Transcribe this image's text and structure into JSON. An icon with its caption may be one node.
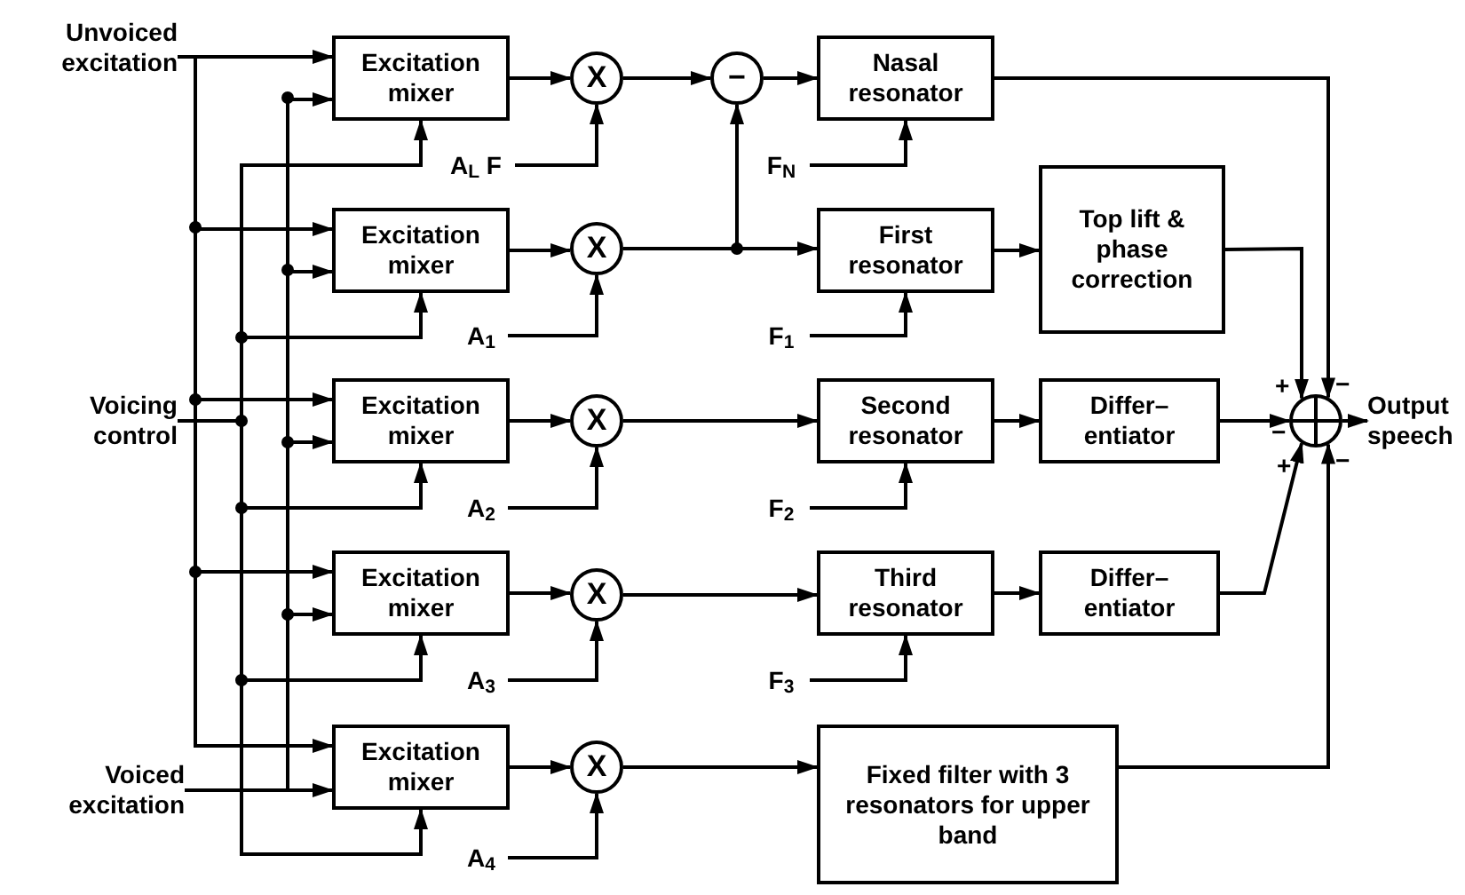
{
  "diagram": {
    "nodes": [
      {
        "text": [
          "Unvoiced excitation"
        ]
      },
      {
        "text": [
          "Voicing control"
        ]
      },
      {
        "text": [
          "Voiced excitation"
        ]
      },
      {
        "text": [
          "Excitation mixer"
        ]
      },
      {
        "text": [
          "Excitation mixer"
        ]
      },
      {
        "text": [
          "Excitation mixer"
        ]
      },
      {
        "text": [
          "Excitation mixer"
        ]
      },
      {
        "text": [
          "Excitation mixer"
        ]
      },
      {
        "text": [
          "X"
        ]
      },
      {
        "text": [
          "X"
        ]
      },
      {
        "text": [
          "X"
        ]
      },
      {
        "text": [
          "X"
        ]
      },
      {
        "text": [
          "X"
        ]
      },
      {
        "text": [
          "−"
        ]
      },
      {
        "text": [
          "Nasal resonator"
        ]
      },
      {
        "text": [
          "First resonator"
        ]
      },
      {
        "text": [
          "Top lift & phase correction"
        ]
      },
      {
        "text": [
          "Second resonator"
        ]
      },
      {
        "text": [
          "Differ– entiator"
        ]
      },
      {
        "text": [
          "Third resonator"
        ]
      },
      {
        "text": [
          "Differ– entiator"
        ]
      },
      {
        "text": [
          "Fixed filter with 3 resonators for upper band"
        ]
      },
      {
        "text": [],
        "shape": "circle"
      },
      {
        "text": [
          "Output speech"
        ]
      },
      {
        "text": [
          "A$_{L}$ F"
        ]
      },
      {
        "text": [
          "A$_{1}$"
        ]
      },
      {
        "text": [
          "A$_{2}$"
        ]
      },
      {
        "text": [
          "A$_{3}$"
        ]
      },
      {
        "text": [
          "A$_{4}$"
        ]
      },
      {
        "text": [
          "F$_{N}$"
        ]
      },
      {
        "text": [
          "F$_{1}$"
        ]
      },
      {
        "text": [
          "F$_{2}$"
        ]
      },
      {
        "text": [
          "F$_{3}$"
        ]
      }
    ],
    "edges": [
      {
        "from": 0,
        "to": 3,
        "arrow": "to"
      },
      {
        "from": 0,
        "to": 4,
        "arrow": "to"
      },
      {
        "from": 0,
        "to": 5,
        "arrow": "to"
      },
      {
        "from": 0,
        "to": 6,
        "arrow": "to"
      },
      {
        "from": 0,
        "to": 7,
        "arrow": "to"
      },
      {
        "from": 2,
        "to": 3,
        "arrow": "to"
      },
      {
        "from": 2,
        "to": 4,
        "arrow": "to"
      },
      {
        "from": 2,
        "to": 5,
        "arrow": "to"
      },
      {
        "from": 2,
        "to": 6,
        "arrow": "to"
      },
      {
        "from": 2,
        "to": 7,
        "arrow": "to"
      },
      {
        "from": 1,
        "to": 3,
        "arrow": "to"
      },
      {
        "from": 1,
        "to": 4,
        "arrow": "to"
      },
      {
        "from": 1,
        "to": 5,
        "arrow": "to"
      },
      {
        "from": 1,
        "to": 6,
        "arrow": "to"
      },
      {
        "from": 1,
        "to": 7,
        "arrow": "to"
      },
      {
        "from": 3,
        "to": 8,
        "arrow": "to"
      },
      {
        "from": 4,
        "to": 9,
        "arrow": "to"
      },
      {
        "from": 5,
        "to": 10,
        "arrow": "to"
      },
      {
        "from": 6,
        "to": 11,
        "arrow": "to"
      },
      {
        "from": 7,
        "to": 12,
        "arrow": "to"
      },
      {
        "from": 8,
        "to": 13,
        "arrow": "to"
      },
      {
        "from": 13,
        "to": 14,
        "arrow": "to"
      },
      {
        "from": 9,
        "to": 15,
        "arrow": "to"
      },
      {
        "from": 9,
        "to": 13,
        "arrow": "to"
      },
      {
        "from": 10,
        "to": 17,
        "arrow": "to"
      },
      {
        "from": 11,
        "to": 19,
        "arrow": "to"
      },
      {
        "from": 12,
        "to": 21,
        "arrow": "to"
      },
      {
        "from": 24,
        "to": 8,
        "arrow": "to"
      },
      {
        "from": 25,
        "to": 9,
        "arrow": "to"
      },
      {
        "from": 26,
        "to": 10,
        "arrow": "to"
      },
      {
        "from": 27,
        "to": 11,
        "arrow": "to"
      },
      {
        "from": 28,
        "to": 12,
        "arrow": "to"
      },
      {
        "from": 29,
        "to": 14,
        "arrow": "to"
      },
      {
        "from": 30,
        "to": 15,
        "arrow": "to"
      },
      {
        "from": 31,
        "to": 17,
        "arrow": "to"
      },
      {
        "from": 32,
        "to": 19,
        "arrow": "to"
      },
      {
        "from": 15,
        "to": 16,
        "arrow": "to"
      },
      {
        "from": 17,
        "to": 18,
        "arrow": "to"
      },
      {
        "from": 19,
        "to": 20,
        "arrow": "to"
      },
      {
        "from": 14,
        "to": 22,
        "arrow": "to"
      },
      {
        "from": 16,
        "to": 22,
        "arrow": "to"
      },
      {
        "from": 18,
        "to": 22,
        "arrow": "to"
      },
      {
        "from": 20,
        "to": 22,
        "arrow": "to"
      },
      {
        "from": 21,
        "to": 22,
        "arrow": "to"
      },
      {
        "from": 22,
        "to": 23,
        "arrow": "to"
      }
    ],
    "labels": [
      "+",
      "−",
      "−",
      "+",
      "−"
    ]
  }
}
